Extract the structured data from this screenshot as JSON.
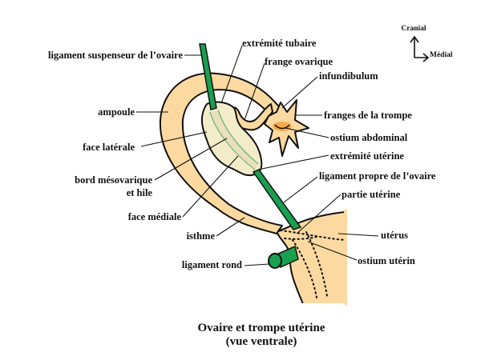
{
  "diagram": {
    "title_line1": "Ovaire et trompe utérine",
    "title_line2": "(vue ventrale)",
    "orientation": {
      "up_label": "Cranial",
      "right_label": "Médial"
    },
    "labels": {
      "ligament_suspenseur": "ligament suspenseur de l’ovaire",
      "extremite_tubaire": "extrémité tubaire",
      "frange_ovarique": "frange ovarique",
      "infundibulum": "infundibulum",
      "ampoule": "ampoule",
      "franges_trompe": "franges de la trompe",
      "ostium_abdominal": "ostium abdominal",
      "face_laterale": "face latérale",
      "extremite_uterine": "extrémité utérine",
      "bord_mesovarique_1": "bord mésovarique",
      "bord_mesovarique_2": "et hile",
      "ligament_propre": "ligament propre de l’ovaire",
      "partie_uterine": "partie utérine",
      "face_mediale": "face médiale",
      "uterus": "utérus",
      "isthme": "isthme",
      "ostium_uterin": "ostium utérin",
      "ligament_rond": "ligament rond"
    },
    "colors": {
      "tube": "#fcd9a0",
      "ovary": "#f3ecc8",
      "ligament": "#18a050",
      "ostium": "#f4a23c",
      "outline": "#111111"
    }
  }
}
